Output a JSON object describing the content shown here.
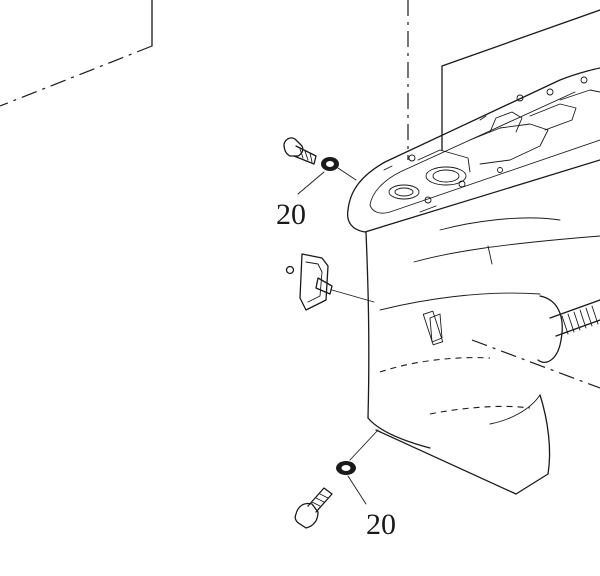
{
  "callouts": [
    {
      "id": "washer-top",
      "label": "20"
    },
    {
      "id": "washer-bottom",
      "label": "20"
    }
  ],
  "colors": {
    "line": "#1a1a1a",
    "background": "#ffffff"
  }
}
